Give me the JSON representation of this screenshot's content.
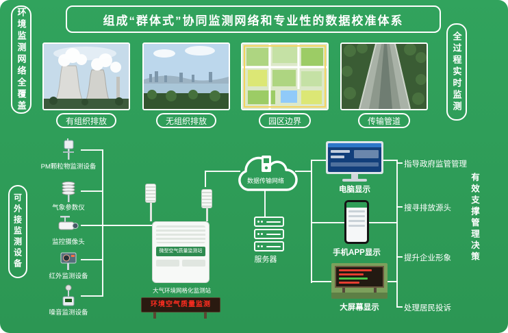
{
  "header": {
    "title": "组成“群体式”协同监测网络和专业性的数据校准体系"
  },
  "side_labels": {
    "left_top": "环境监测网络全覆盖",
    "right_top": "全过程实时监测",
    "left_bottom": "可外接监测设备",
    "right_bottom": "有效支撑管理决策"
  },
  "sources": [
    {
      "label": "有组织排放",
      "image": "cooling-towers-photo"
    },
    {
      "label": "无组织排放",
      "image": "riverside-city-photo"
    },
    {
      "label": "园区边界",
      "image": "industrial-park-map"
    },
    {
      "label": "传输管道",
      "image": "drainage-channel-photo"
    }
  ],
  "devices": [
    {
      "label": "PM颗粒物监测设备",
      "icon": "pm-sensor-icon"
    },
    {
      "label": "气象参数仪",
      "icon": "weather-station-icon"
    },
    {
      "label": "监控摄像头",
      "icon": "cctv-camera-icon"
    },
    {
      "label": "红外监测设备",
      "icon": "infrared-device-icon"
    },
    {
      "label": "噪音监测设备",
      "icon": "noise-monitor-icon"
    }
  ],
  "station": {
    "screen_text": "微型空气质量监测站",
    "caption": "大气环境网格化监测站",
    "led_text": "环境空气质量监测"
  },
  "network": {
    "cloud_label": "数据传输网络",
    "server_label": "服务器"
  },
  "displays": [
    {
      "label": "电脑显示",
      "icon": "computer-monitor-icon"
    },
    {
      "label": "手机APP显示",
      "icon": "smartphone-icon"
    },
    {
      "label": "大屏幕显示",
      "icon": "led-screen-icon"
    }
  ],
  "benefits": [
    {
      "label": "指导政府监管管理"
    },
    {
      "label": "搜寻排放源头"
    },
    {
      "label": "提升企业形象"
    },
    {
      "label": "处理居民投诉"
    }
  ],
  "colors": {
    "background_green": "#2f9e58",
    "border_white": "#ffffff",
    "text_white": "#ffffff",
    "led_red": "#ff2d20",
    "screen_green": "#2e8b50"
  }
}
